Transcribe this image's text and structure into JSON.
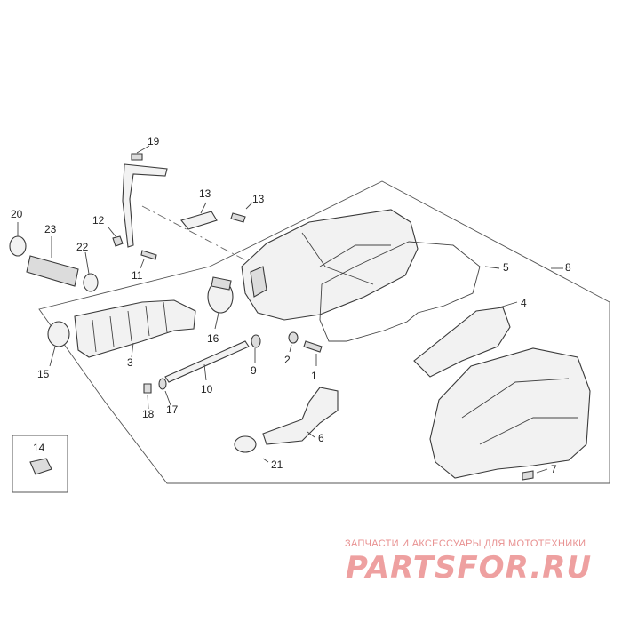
{
  "diagram": {
    "callouts": [
      "1",
      "2",
      "3",
      "4",
      "5",
      "6",
      "7",
      "8",
      "9",
      "10",
      "11",
      "12",
      "13",
      "13",
      "14",
      "15",
      "16",
      "17",
      "18",
      "19",
      "20",
      "21",
      "22",
      "23"
    ]
  },
  "watermark": {
    "tagline": "ЗАПЧАСТИ И АКСЕССУАРЫ ДЛЯ МОТОТЕХНИКИ",
    "logo": "PARTSFOR.RU",
    "color": "#e57f7f"
  }
}
